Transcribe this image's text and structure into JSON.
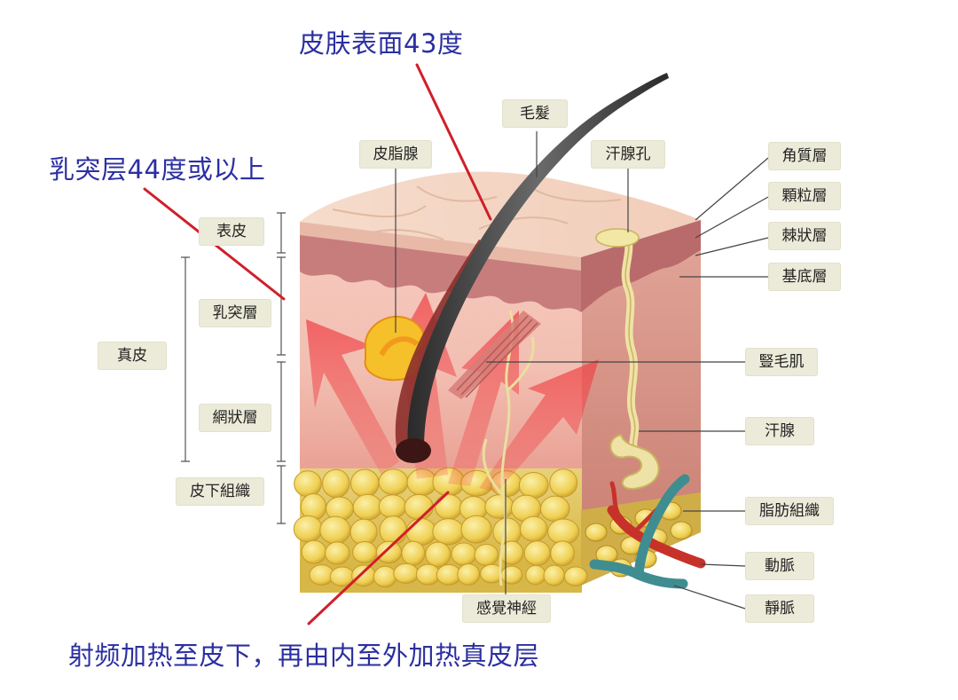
{
  "annotations": {
    "surface_temp": "皮肤表面43度",
    "papillary_temp": "乳突层44度或以上",
    "rf_heating": "射频加热至皮下，再由内至外加热真皮层"
  },
  "labels": {
    "hair": "毛髮",
    "sebaceous_gland": "皮脂腺",
    "sweat_pore": "汗腺孔",
    "stratum_corneum": "角質層",
    "stratum_granulosum": "顆粒層",
    "stratum_spinosum": "棘狀層",
    "stratum_basale": "基底層",
    "epidermis": "表皮",
    "papillary_layer": "乳突層",
    "dermis": "真皮",
    "reticular_layer": "網狀層",
    "subcutaneous_tissue": "皮下組織",
    "arrector_pili": "豎毛肌",
    "sweat_gland": "汗腺",
    "adipose_tissue": "脂肪組織",
    "artery": "動脈",
    "vein": "靜脈",
    "sensory_nerve": "感覺神經"
  },
  "colors": {
    "annotation_text": "#2b2fa1",
    "pointer_line": "#d01f2a",
    "label_bg": "#ecebd9",
    "heat_arrow": "#f0464a",
    "fat": "#eccf55"
  }
}
